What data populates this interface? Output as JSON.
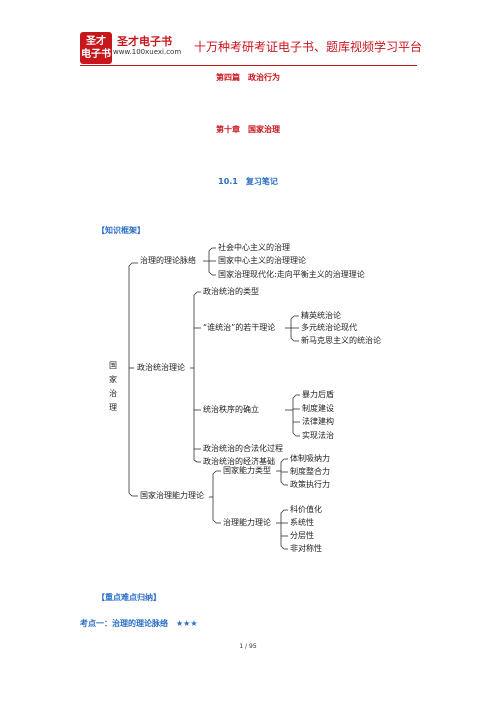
{
  "header": {
    "logo_line1": "圣才",
    "logo_line2": "电子书",
    "brand": "圣才电子书",
    "url": "www.100xuexi.com",
    "slogan": "十万种考研考证电子书、题库视频学习平台"
  },
  "part_title": "第四篇　政治行为",
  "chapter_title": "第十章　国家治理",
  "section_title": "10.1　复习笔记",
  "framework_label": "【知识框架】",
  "tree": {
    "root": [
      "国",
      "家",
      "治",
      "理"
    ],
    "branch1": {
      "label": "治理的理论脉络",
      "items": [
        "社会中心主义的治理",
        "国家中心主义的治理理论",
        "国家治理现代化:走向平衡主义的治理理论"
      ]
    },
    "branch2": {
      "label": "政治统治理论",
      "n1": "政治统治的类型",
      "n2": {
        "label": "“谁统治”的若干理论",
        "items": [
          "精英统治论",
          "多元统治论现代",
          "新马克思主义的统治论"
        ]
      },
      "n3": {
        "label": "统治秩序的确立",
        "items": [
          "暴力后盾",
          "制度建设",
          "法律建构",
          "实现法治"
        ]
      },
      "n4": "政治统治的合法化过程",
      "n5": "政治统治的经济基础"
    },
    "branch3": {
      "label": "国家治理能力理论",
      "n1": {
        "label": "国家能力类型",
        "items": [
          "体制吸纳力",
          "制度整合力",
          "政策执行力"
        ]
      },
      "n2": {
        "label": "治理能力理论",
        "items": [
          "科价值化",
          "系统性",
          "分层性",
          "非对称性"
        ]
      }
    }
  },
  "key_points_label": "【重点难点归纳】",
  "point1": {
    "label": "考点一：治理的理论脉络",
    "stars": "★★★"
  },
  "page_number": "1 / 95"
}
